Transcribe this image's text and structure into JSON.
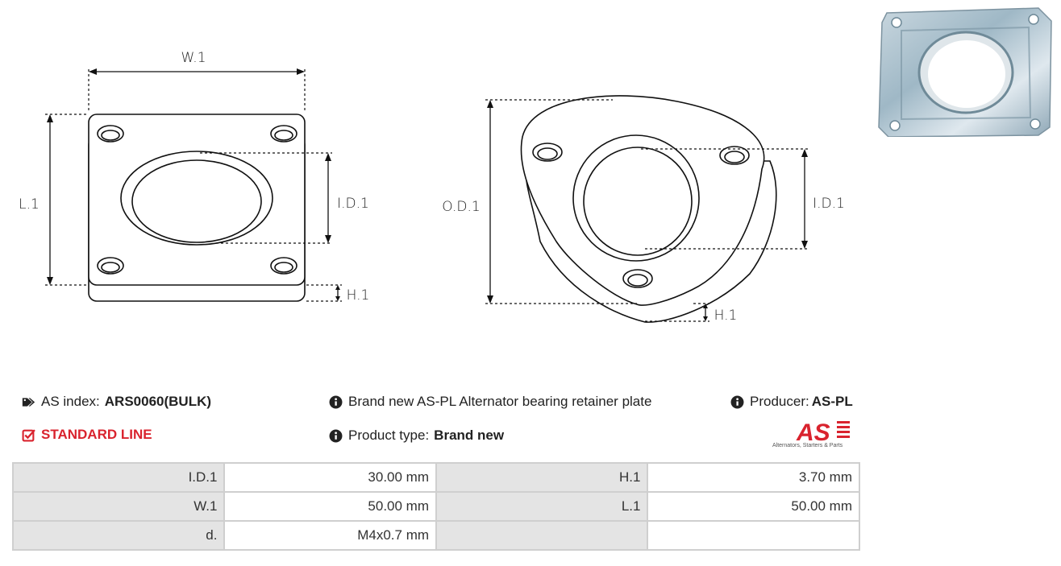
{
  "drawing": {
    "left": {
      "width_label": "W.1",
      "length_label": "L.1",
      "id_label": "I.D.1",
      "height_label": "H.1"
    },
    "right": {
      "od_label": "O.D.1",
      "id_label": "I.D.1",
      "height_label": "H.1"
    }
  },
  "photo": {
    "icon": "product-photo"
  },
  "info": {
    "as_index_label": "AS index:",
    "as_index_value": "ARS0060(BULK)",
    "line_label": "STANDARD LINE",
    "description": "Brand new AS-PL Alternator bearing retainer plate",
    "product_type_label": "Product type:",
    "product_type_value": "Brand new",
    "producer_label": "Producer:",
    "producer_value": "AS-PL",
    "logo_text": "AS",
    "logo_tagline": "Alternators, Starters & Parts"
  },
  "colors": {
    "accent_red": "#d9232e",
    "label_bg": "#e4e4e4",
    "border": "#cfcfcf"
  },
  "specs": [
    {
      "label1": "I.D.1",
      "value1": "30.00 mm",
      "label2": "H.1",
      "value2": "3.70 mm"
    },
    {
      "label1": "W.1",
      "value1": "50.00 mm",
      "label2": "L.1",
      "value2": "50.00 mm"
    },
    {
      "label1": "d.",
      "value1": "M4x0.7 mm",
      "label2": "",
      "value2": ""
    }
  ]
}
